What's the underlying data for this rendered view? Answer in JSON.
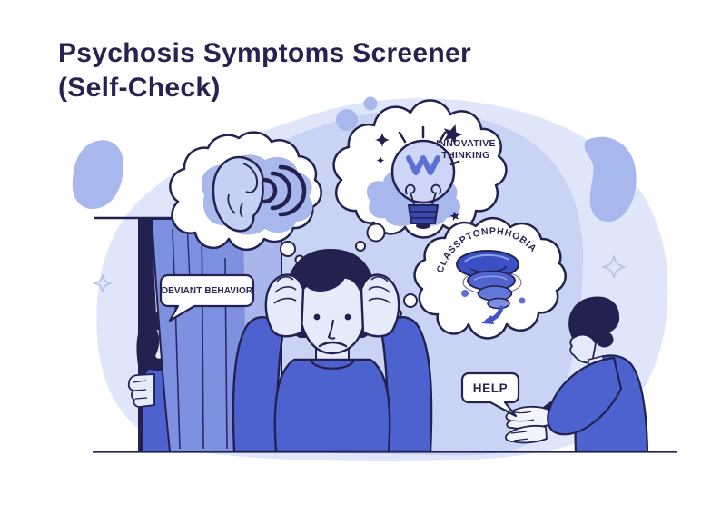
{
  "title": {
    "line1": "Psychosis Symptoms Screener",
    "line2": "(Self-Check)"
  },
  "illustration": {
    "thought_bubbles": {
      "hearing": {
        "icon": "ear-with-sound-waves",
        "label": ""
      },
      "innovative": {
        "icon": "lightbulb-with-bolt",
        "label_line1": "INNOVATIVE",
        "label_line2": "THINKING"
      },
      "phobia": {
        "icon": "tornado",
        "label": "CLASSPTONPHHOBIA"
      }
    },
    "speech_bubbles": {
      "deviant": "DEVIANT BEHAVIOR",
      "help": "HELP"
    },
    "figures": [
      "person-holding-head-center",
      "person-peeking-from-curtain-left",
      "person-offering-hands-right"
    ],
    "decorations": [
      "sparkle-left",
      "sparkle-right",
      "periwinkle-blob-left",
      "periwinkle-blob-right",
      "dot-cluster-top"
    ],
    "colors": {
      "title_text": "#262251",
      "outline_navy": "#232150",
      "royal_blue_sweater": "#4d61cf",
      "curtain_blue": "#7e90e0",
      "curtain_highlight": "#a9b6ec",
      "periwinkle_accent": "#a9b8ec",
      "scene_wash": "#c9d3f3",
      "background_blob": "#dfe6f9",
      "skin_light": "#e6ebfa",
      "bubble_white": "#ffffff"
    }
  }
}
